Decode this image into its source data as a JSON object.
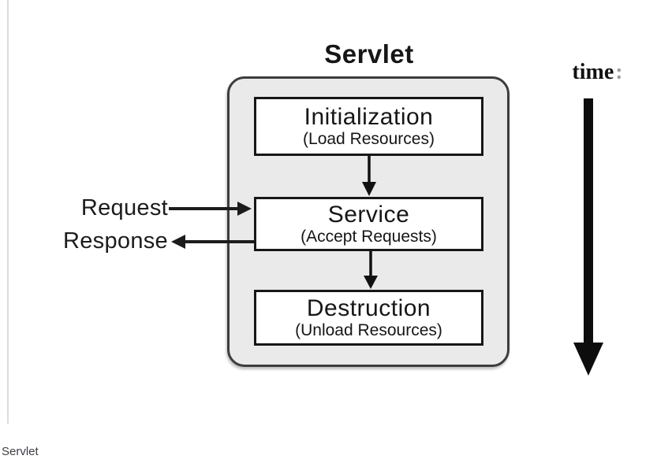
{
  "diagram": {
    "title": "Servlet",
    "time_label": "time",
    "time_colon": ":",
    "caption": "Servlet",
    "io": {
      "request": "Request",
      "response": "Response"
    },
    "stages": [
      {
        "name": "Initialization",
        "detail": "(Load Resources)"
      },
      {
        "name": "Service",
        "detail": "(Accept Requests)"
      },
      {
        "name": "Destruction",
        "detail": "(Unload Resources)"
      }
    ],
    "flow": [
      "Initialization -> Service",
      "Service -> Destruction"
    ],
    "colors": {
      "background": "#ffffff",
      "container_fill": "#eaeaea",
      "container_border": "#3d3d3d",
      "box_fill": "#ffffff",
      "box_border": "#171717",
      "arrow": "#111111",
      "left_rule": "#dcdcdc",
      "caption_text": "#3b3f45"
    }
  }
}
